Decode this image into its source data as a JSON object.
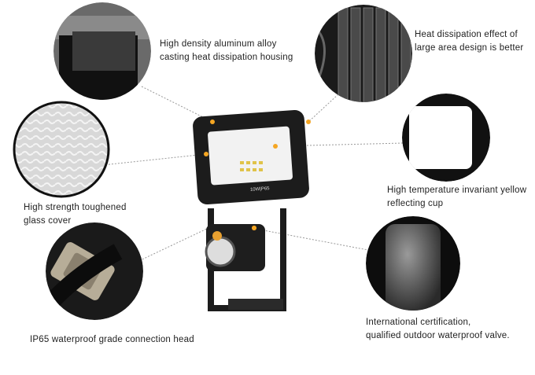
{
  "colors": {
    "accent": "#f5a623",
    "housing": "#1c1c1c",
    "leader": "#999999"
  },
  "product_label": "10W|P65",
  "features": [
    {
      "id": "housing",
      "lines": [
        "High density aluminum alloy",
        "casting heat dissipation housing"
      ]
    },
    {
      "id": "fins",
      "lines": [
        "Heat dissipation effect of",
        "large area design is better"
      ]
    },
    {
      "id": "glass",
      "lines": [
        "High strength toughened",
        "glass cover"
      ]
    },
    {
      "id": "cup",
      "lines": [
        "High temperature invariant yellow",
        "reflecting cup"
      ]
    },
    {
      "id": "connector",
      "lines": [
        "IP65 waterproof grade connection head"
      ]
    },
    {
      "id": "valve",
      "lines": [
        "International certification,",
        "qualified outdoor waterproof valve."
      ]
    }
  ]
}
